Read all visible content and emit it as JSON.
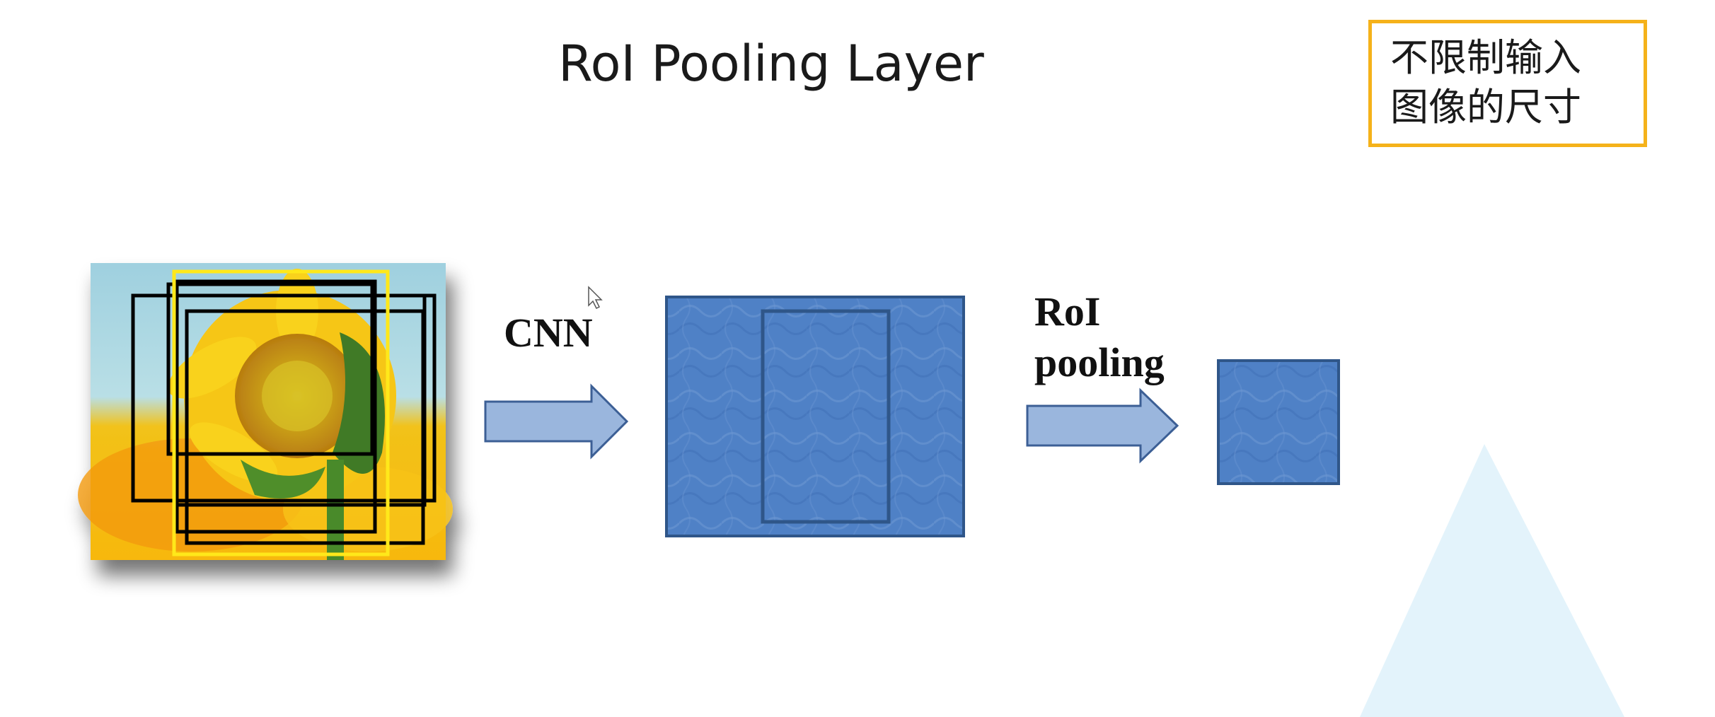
{
  "title": "RoI Pooling Layer",
  "note": {
    "line1": "不限制输入",
    "line2": "图像的尺寸",
    "border_color": "#f5b21a"
  },
  "labels": {
    "cnn": "CNN",
    "roi": "RoI",
    "pooling": "pooling"
  },
  "colors": {
    "feature_map_fill": "#4f81c6",
    "feature_map_stroke": "#2f5689",
    "arrow_fill": "#9ab6dd",
    "arrow_stroke": "#3c5f95",
    "roi_box": "#000000",
    "highlight_box": "#ffe81a",
    "decor_triangle": "#e3f3fb"
  },
  "icons": {
    "input_image": "sunflower-image",
    "arrow_cnn": "right-arrow-icon",
    "arrow_pool": "right-arrow-icon",
    "cursor": "mouse-cursor-icon"
  }
}
